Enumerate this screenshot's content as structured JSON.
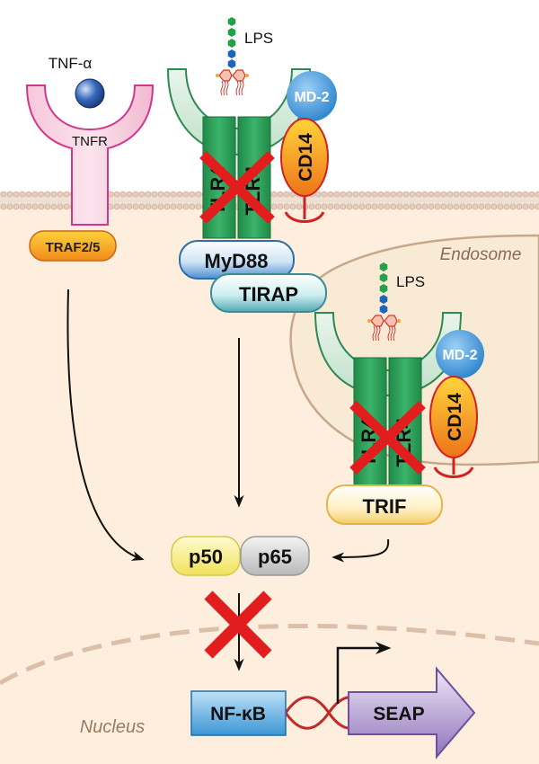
{
  "diagram": {
    "labels": {
      "tnf": "TNF-α",
      "tnfr": "TNFR",
      "traf": "TRAF2/5",
      "lps_top": "LPS",
      "lps_endo": "LPS",
      "md2_top": "MD-2",
      "md2_endo": "MD-2",
      "cd14_top": "CD14",
      "cd14_endo": "CD14",
      "tlr4_top_left": "TLR4",
      "tlr4_top_right": "TLR4",
      "tlr4_endo_left": "TLR4",
      "tlr4_endo_right": "TLR4",
      "myd88": "MyD88",
      "tirap": "TIRAP",
      "endosome": "Endosome",
      "trif": "TRIF",
      "p50": "p50",
      "p65": "p65",
      "nfkb": "NF-κB",
      "seap": "SEAP",
      "nucleus": "Nucleus"
    },
    "colors": {
      "membrane": "#d8b6a0",
      "cytoplasm": "#fdeedd",
      "endosome_fill": "#f9ead6",
      "endosome_border": "#c8a88a",
      "nucleus_border": "#dcbfa9",
      "tlr4_green": "#2e9d57",
      "tlr4_light": "#d3ecd9",
      "tnfr_pink": "#d3368d",
      "red_cross": "#e11d1d",
      "seap_purple": "#8a6fb3",
      "nfkb_blue": "#2f8fd3",
      "dna_red": "#c22a2a"
    }
  }
}
